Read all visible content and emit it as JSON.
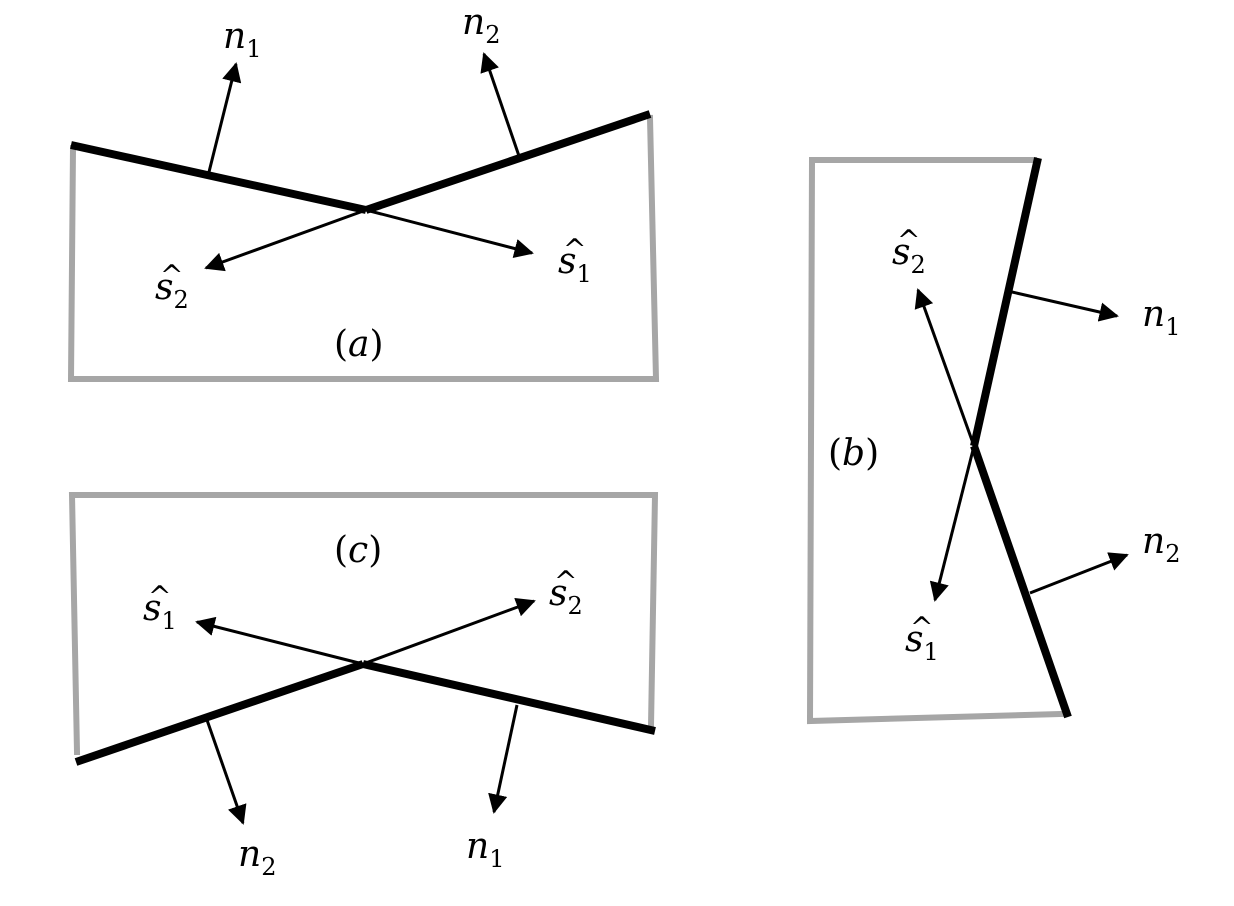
{
  "panels": {
    "a": {
      "label": "a",
      "n1": {
        "base": "n",
        "sub": "1"
      },
      "n2": {
        "base": "n",
        "sub": "2"
      },
      "s1": {
        "base": "s",
        "sub": "1",
        "hat": "^"
      },
      "s2": {
        "base": "s",
        "sub": "2",
        "hat": "^"
      }
    },
    "b": {
      "label": "b",
      "n1": {
        "base": "n",
        "sub": "1"
      },
      "n2": {
        "base": "n",
        "sub": "2"
      },
      "s1": {
        "base": "s",
        "sub": "1",
        "hat": "^"
      },
      "s2": {
        "base": "s",
        "sub": "2",
        "hat": "^"
      }
    },
    "c": {
      "label": "c",
      "n1": {
        "base": "n",
        "sub": "1"
      },
      "n2": {
        "base": "n",
        "sub": "2"
      },
      "s1": {
        "base": "s",
        "sub": "1",
        "hat": "^"
      },
      "s2": {
        "base": "s",
        "sub": "2",
        "hat": "^"
      }
    }
  },
  "colors": {
    "boundary": "#a6a6a6",
    "interface": "#000000",
    "arrow": "#000000"
  }
}
